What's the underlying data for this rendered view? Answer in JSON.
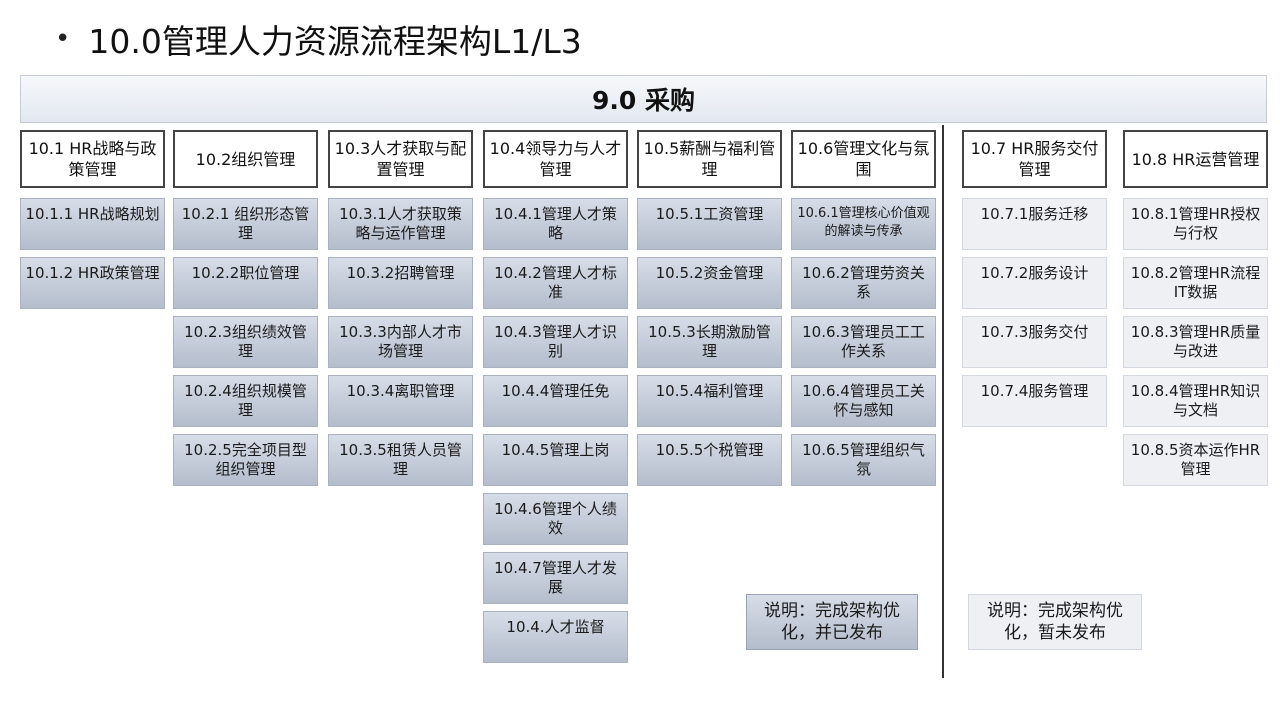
{
  "page": {
    "bullet": "•",
    "title": "10.0管理人力资源流程架构L1/L3",
    "banner": "9.0 采购"
  },
  "columns": [
    {
      "id": "10-1",
      "header": "10.1 HR战略与政策管理",
      "items": [
        {
          "label": "10.1.1 HR战略规划",
          "status": "done"
        },
        {
          "label": "10.1.2 HR政策管理",
          "status": "done"
        }
      ]
    },
    {
      "id": "10-2",
      "header": "10.2组织管理",
      "items": [
        {
          "label": "10.2.1 组织形态管理",
          "status": "done"
        },
        {
          "label": "10.2.2职位管理",
          "status": "done"
        },
        {
          "label": "10.2.3组织绩效管理",
          "status": "done"
        },
        {
          "label": "10.2.4组织规模管理",
          "status": "done"
        },
        {
          "label": "10.2.5完全项目型组织管理",
          "status": "done"
        }
      ]
    },
    {
      "id": "10-3",
      "header": "10.3人才获取与配置管理",
      "items": [
        {
          "label": "10.3.1人才获取策略与运作管理",
          "status": "done"
        },
        {
          "label": "10.3.2招聘管理",
          "status": "done"
        },
        {
          "label": "10.3.3内部人才市场管理",
          "status": "done"
        },
        {
          "label": "10.3.4离职管理",
          "status": "done"
        },
        {
          "label": "10.3.5租赁人员管理",
          "status": "done"
        }
      ]
    },
    {
      "id": "10-4",
      "header": "10.4领导力与人才管理",
      "items": [
        {
          "label": "10.4.1管理人才策略",
          "status": "done"
        },
        {
          "label": "10.4.2管理人才标准",
          "status": "done"
        },
        {
          "label": "10.4.3管理人才识别",
          "status": "done"
        },
        {
          "label": "10.4.4管理任免",
          "status": "done"
        },
        {
          "label": "10.4.5管理上岗",
          "status": "done"
        },
        {
          "label": "10.4.6管理个人绩效",
          "status": "done"
        },
        {
          "label": "10.4.7管理人才发展",
          "status": "done"
        },
        {
          "label": "10.4.人才监督",
          "status": "done"
        }
      ]
    },
    {
      "id": "10-5",
      "header": "10.5薪酬与福利管理",
      "items": [
        {
          "label": "10.5.1工资管理",
          "status": "done"
        },
        {
          "label": "10.5.2资金管理",
          "status": "done"
        },
        {
          "label": "10.5.3长期激励管理",
          "status": "done"
        },
        {
          "label": "10.5.4福利管理",
          "status": "done"
        },
        {
          "label": "10.5.5个税管理",
          "status": "done"
        }
      ]
    },
    {
      "id": "10-6",
      "header": "10.6管理文化与氛围",
      "items": [
        {
          "label": "10.6.1管理核心价值观的解读与传承",
          "status": "done",
          "small": true
        },
        {
          "label": "10.6.2管理劳资关系",
          "status": "done"
        },
        {
          "label": "10.6.3管理员工工作关系",
          "status": "done"
        },
        {
          "label": "10.6.4管理员工关怀与感知",
          "status": "done"
        },
        {
          "label": "10.6.5管理组织气氛",
          "status": "done"
        }
      ]
    },
    {
      "id": "10-7",
      "header": "10.7 HR服务交付管理",
      "items": [
        {
          "label": "10.7.1服务迁移",
          "status": "notyet"
        },
        {
          "label": "10.7.2服务设计",
          "status": "notyet"
        },
        {
          "label": "10.7.3服务交付",
          "status": "notyet"
        },
        {
          "label": "10.7.4服务管理",
          "status": "notyet"
        }
      ]
    },
    {
      "id": "10-8",
      "header": "10.8 HR运营管理",
      "items": [
        {
          "label": "10.8.1管理HR授权与行权",
          "status": "notyet"
        },
        {
          "label": "10.8.2管理HR流程IT数据",
          "status": "notyet"
        },
        {
          "label": "10.8.3管理HR质量与改进",
          "status": "notyet"
        },
        {
          "label": "10.8.4管理HR知识与文档",
          "status": "notyet"
        },
        {
          "label": "10.8.5资本运作HR管理",
          "status": "notyet"
        }
      ]
    }
  ],
  "legend": {
    "done": "说明：完成架构优化，并已发布",
    "notyet": "说明：完成架构优化，暂未发布"
  },
  "colors": {
    "done_top": "#d7dde8",
    "done_bottom": "#b4bdcc",
    "notyet": "#eef0f4",
    "divider": "#333333"
  }
}
